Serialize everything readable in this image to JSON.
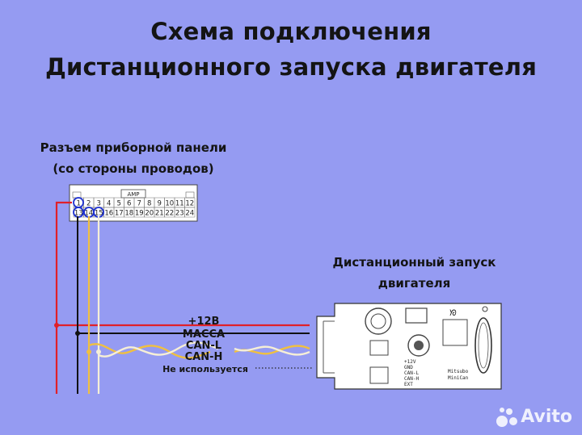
{
  "header": {
    "title_line1": "Схема подключения",
    "title_line2": "Дистанционного запуска двигателя"
  },
  "connector": {
    "title_line1": "Разъем приборной панели",
    "title_line2": "(со стороны проводов)",
    "brand": "AMP",
    "top_row": [
      "1",
      "2",
      "3",
      "4",
      "5",
      "6",
      "7",
      "8",
      "9",
      "10",
      "11",
      "12"
    ],
    "bottom_row": [
      "13",
      "14",
      "15",
      "16",
      "17",
      "18",
      "19",
      "20",
      "21",
      "22",
      "23",
      "24"
    ]
  },
  "unit": {
    "title_line1": "Дистанционный запуск",
    "title_line2": "двигателя",
    "pin_labels": [
      "+12V",
      "GND",
      "CAN-L",
      "CAN-H",
      "EXT"
    ],
    "model_line1": "Mitsubo",
    "model_line2": "MiniCan"
  },
  "wires": {
    "power": "+12В",
    "ground": "МАССА",
    "can_low": "CAN-L",
    "can_high": "CAN-H",
    "unused": "Не используется"
  },
  "colors": {
    "background": "#959bf2",
    "power": "#e0202a",
    "ground": "#111111",
    "can_low": "#f0c040",
    "can_high": "#f6efd6"
  },
  "watermark": "Avito"
}
